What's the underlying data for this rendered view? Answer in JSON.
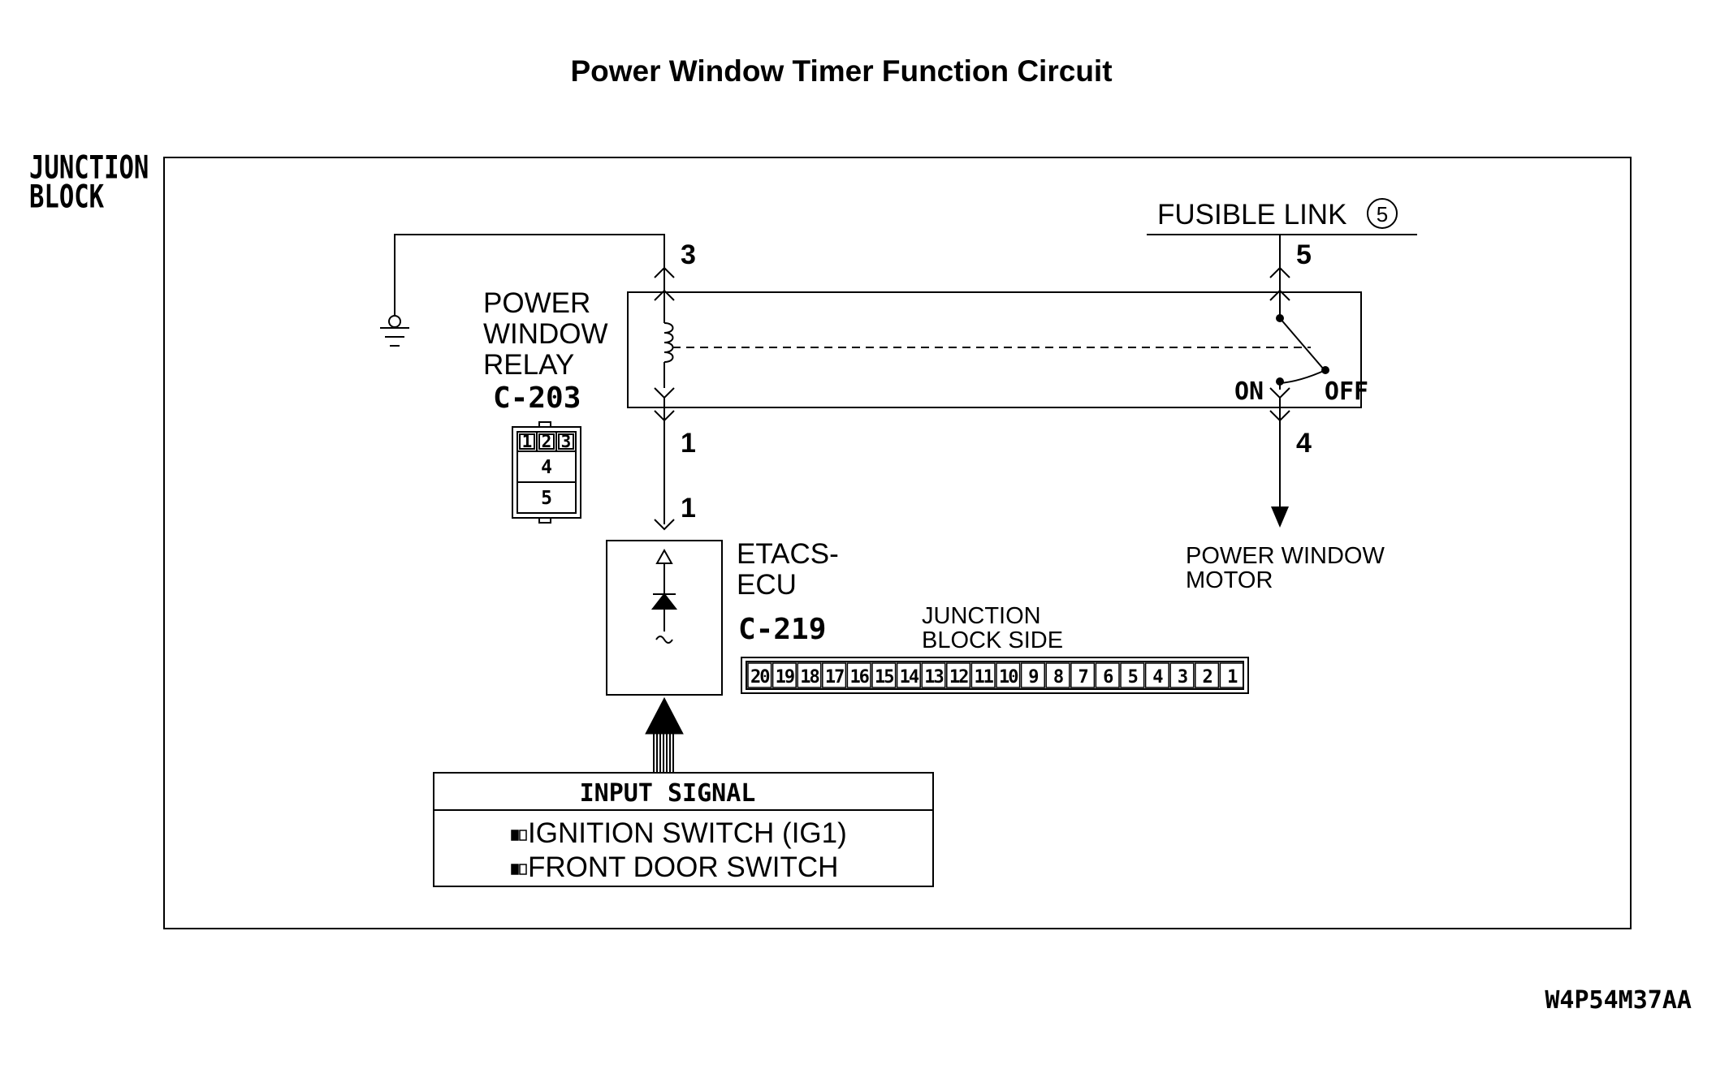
{
  "title": "Power Window Timer Function Circuit",
  "junction_block_label": [
    "JUNCTION",
    "BLOCK"
  ],
  "fusible_link": {
    "label": "FUSIBLE LINK",
    "number": "5"
  },
  "relay": {
    "name_lines": [
      "POWER",
      "WINDOW",
      "RELAY"
    ],
    "connector": "C-203",
    "connector_pins": [
      "1",
      "2",
      "3",
      "4",
      "5"
    ],
    "pins": {
      "coil_top": "3",
      "coil_bottom": "1",
      "switch_top": "5",
      "switch_bottom": "4"
    },
    "switch_on": "ON",
    "switch_off": "OFF"
  },
  "ecu": {
    "name_lines": [
      "ETACS-",
      "ECU"
    ],
    "connector": "C-219",
    "pin": "1"
  },
  "junction_side": {
    "label_lines": [
      "JUNCTION",
      "BLOCK SIDE"
    ],
    "pins": [
      "20",
      "19",
      "18",
      "17",
      "16",
      "15",
      "14",
      "13",
      "12",
      "11",
      "10",
      "9",
      "8",
      "7",
      "6",
      "5",
      "4",
      "3",
      "2",
      "1"
    ]
  },
  "motor": {
    "label_lines": [
      "POWER WINDOW",
      "MOTOR"
    ]
  },
  "input_signal": {
    "header": "INPUT SIGNAL",
    "items": [
      "IGNITION SWITCH (IG1)",
      "FRONT DOOR SWITCH"
    ]
  },
  "figure_code": "W4P54M37AA"
}
